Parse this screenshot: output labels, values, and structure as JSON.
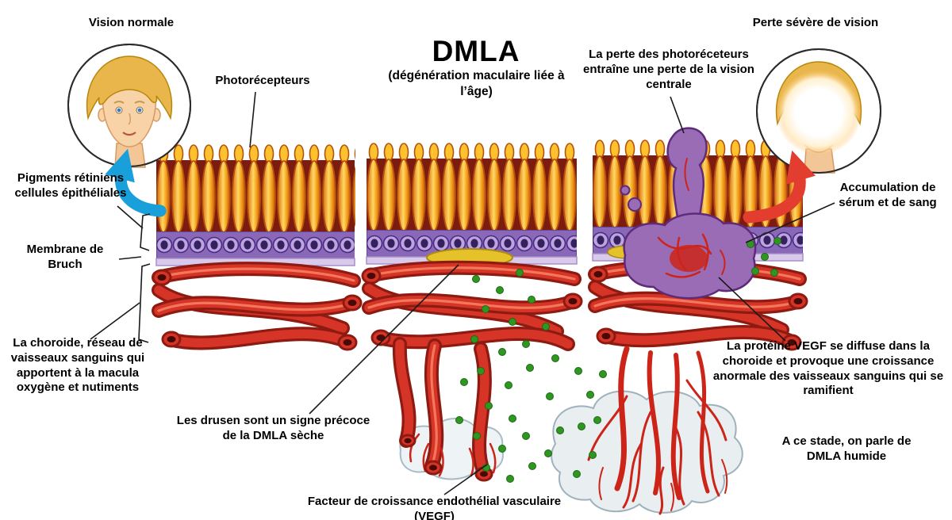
{
  "title": {
    "main": "DMLA",
    "subtitle": "(dégénération maculaire liée à l’âge)"
  },
  "faces": {
    "normal": "Vision normale",
    "severe": "Perte sévère de vision"
  },
  "labels": {
    "photoreceptors": "Photorécepteurs",
    "photoreceptor_loss": "La perte des photoréceteurs entraîne une perte de la vision centrale",
    "retinal_pigments": "Pigments rétiniens cellules épithéliales",
    "bruch_membrane": "Membrane de Bruch",
    "choroid": "La choroide, réseau de vaisseaux sanguins qui apportent à la macula oxygène et nutiments",
    "drusen": "Les drusen sont un signe précoce de la DMLA sèche",
    "vegf": "Facteur de croissance endothélial vasculaire (VEGF)",
    "vegf_protein": "La protéine VEGF se diffuse dans la choroide et provoque une croissance anormale des vaisseaux sanguins qui se ramifient",
    "wet_stage": "A ce stade, on parle de DMLA humide",
    "serum_accumulation": "Accumulation de sérum et de sang"
  },
  "colors": {
    "photoreceptor": "#f5a31e",
    "epithelium": "#8a68b8",
    "bruch_membrane": "#d9c9ea",
    "vessel": "#d63427",
    "drusen": "#e5c22a",
    "vegf_dot": "#2f9622",
    "abnormal_growth": "#9a6cb5",
    "arrow_normal": "#199fd9",
    "arrow_severe": "#e23d2e"
  }
}
